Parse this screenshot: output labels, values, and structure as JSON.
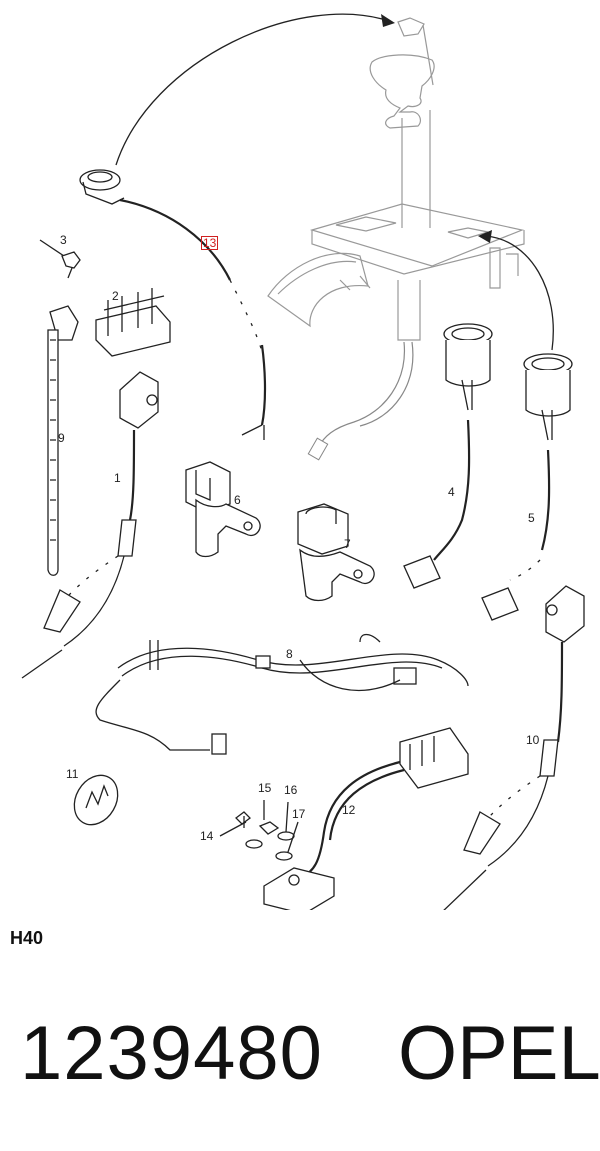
{
  "diagram": {
    "callouts": [
      {
        "id": "c1",
        "label": "1"
      },
      {
        "id": "c2",
        "label": "2"
      },
      {
        "id": "c3",
        "label": "3"
      },
      {
        "id": "c4",
        "label": "4"
      },
      {
        "id": "c5",
        "label": "5"
      },
      {
        "id": "c6",
        "label": "6"
      },
      {
        "id": "c7",
        "label": "7"
      },
      {
        "id": "c8",
        "label": "8"
      },
      {
        "id": "c9",
        "label": "9"
      },
      {
        "id": "c10",
        "label": "10"
      },
      {
        "id": "c11",
        "label": "11"
      },
      {
        "id": "c12",
        "label": "12"
      },
      {
        "id": "c13",
        "label": "13"
      },
      {
        "id": "c14",
        "label": "14"
      },
      {
        "id": "c15",
        "label": "15"
      },
      {
        "id": "c16",
        "label": "16"
      },
      {
        "id": "c17",
        "label": "17"
      }
    ]
  },
  "section_code": "H40",
  "part_number": "1239480",
  "brand": "OPEL"
}
